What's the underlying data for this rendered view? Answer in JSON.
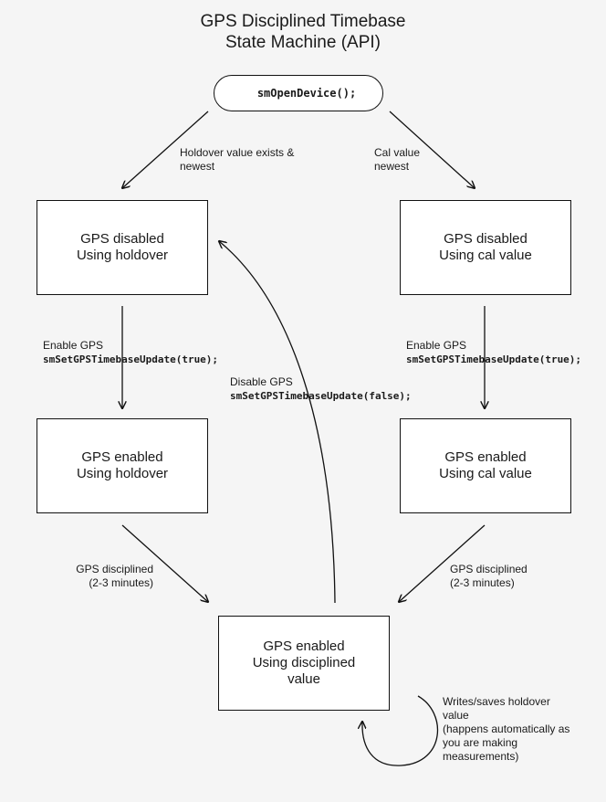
{
  "title": {
    "line1": "GPS Disciplined Timebase",
    "line2": "State Machine (API)"
  },
  "start_node": "smOpenDevice();",
  "states": {
    "gps_disabled_holdover": {
      "line1": "GPS disabled",
      "line2": "Using holdover"
    },
    "gps_disabled_cal": {
      "line1": "GPS disabled",
      "line2": "Using cal value"
    },
    "gps_enabled_holdover": {
      "line1": "GPS enabled",
      "line2": "Using holdover"
    },
    "gps_enabled_cal": {
      "line1": "GPS enabled",
      "line2": "Using cal value"
    },
    "gps_enabled_disciplined": {
      "line1": "GPS enabled",
      "line2": "Using disciplined",
      "line3": "value"
    }
  },
  "transitions": {
    "holdover_exists": {
      "line1": "Holdover value exists &",
      "line2": "newest"
    },
    "cal_newest": {
      "line1": "Cal value",
      "line2": "newest"
    },
    "enable_left": {
      "text": "Enable GPS",
      "code": "smSetGPSTimebaseUpdate(true);"
    },
    "enable_right": {
      "text": "Enable GPS",
      "code": "smSetGPSTimebaseUpdate(true);"
    },
    "disable": {
      "text": "Disable GPS",
      "code": "smSetGPSTimebaseUpdate(false);"
    },
    "disciplined_left": {
      "line1": "GPS disciplined",
      "line2": "(2-3 minutes)"
    },
    "disciplined_right": {
      "line1": "GPS disciplined",
      "line2": "(2-3 minutes)"
    },
    "self_loop": {
      "line1": "Writes/saves holdover",
      "line2": "value",
      "line3": "(happens automatically as",
      "line4": "you are making",
      "line5": "measurements)"
    }
  }
}
